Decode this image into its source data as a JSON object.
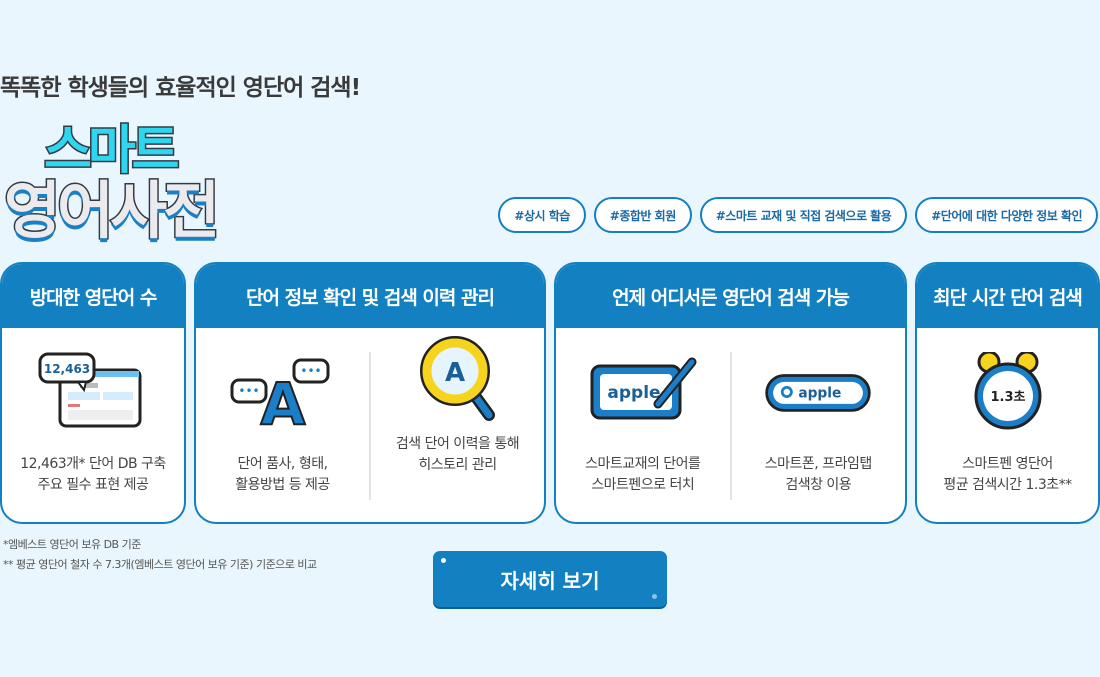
{
  "tagline": "똑똑한 학생들의 효율적인 영단어 검색!",
  "logo": {
    "line1": "스마트",
    "line2": "영어사전"
  },
  "tags": [
    "#상시 학습",
    "#종합반 회원",
    "#스마트 교재 및 직접 검색으로 활용",
    "#단어에 대한 다양한 정보 확인"
  ],
  "cards": [
    {
      "title": "방대한 영단어 수",
      "items": [
        {
          "icon_text": "12,463",
          "desc": "12,463개* 단어 DB 구축\n주요 필수 표현 제공"
        }
      ]
    },
    {
      "title": "단어 정보 확인 및 검색 이력 관리",
      "items": [
        {
          "icon_text": "A",
          "desc": "단어 품사, 형태,\n활용방법 등 제공"
        },
        {
          "icon_text": "A",
          "desc": "검색 단어 이력을 통해\n히스토리 관리"
        }
      ]
    },
    {
      "title": "언제 어디서든 영단어 검색 가능",
      "items": [
        {
          "icon_text": "apple",
          "desc": "스마트교재의 단어를\n스마트펜으로 터치"
        },
        {
          "icon_text": "apple",
          "desc": "스마트폰, 프라임탭\n검색창 이용"
        }
      ]
    },
    {
      "title": "최단 시간 단어 검색",
      "items": [
        {
          "icon_text": "1.3초",
          "desc": "스마트펜 영단어\n평균 검색시간 1.3초**"
        }
      ]
    }
  ],
  "notes": [
    "*엠베스트 영단어 보유 DB 기준",
    "** 평균 영단어 철자 수 7.3개(엠베스트 영단어 보유 기준) 기준으로 비교"
  ],
  "more_button": "자세히 보기"
}
